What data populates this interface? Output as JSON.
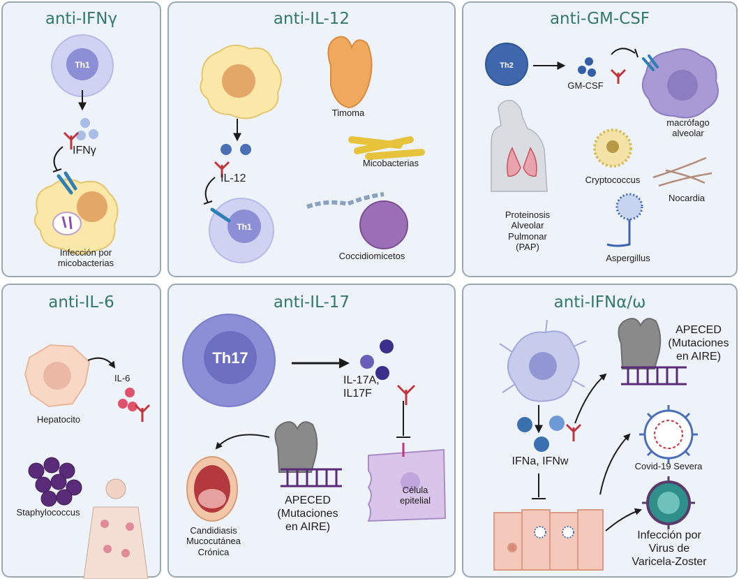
{
  "colors": {
    "panel_bg": "#edf3f9",
    "panel_border": "#9aa8b3",
    "title": "#33776d",
    "antibody": "#c0353d",
    "receptor": "#2f7fb7",
    "th_cell": "#8c8fd6",
    "epithelium": "#f4c8bb"
  },
  "panels": {
    "ifng": {
      "title": "anti-IFNγ",
      "th1": "Th1",
      "cytokine": "IFNγ",
      "outcome": "Infección por\nmicobacterias"
    },
    "il12": {
      "title": "anti-IL-12",
      "cytokine": "IL-12",
      "th1": "Th1",
      "timoma": "Timoma",
      "micobacterias": "Micobacterias",
      "coccidio": "Coccidiomicetos"
    },
    "gmcsf": {
      "title": "anti-GM-CSF",
      "th2": "Th2",
      "cytokine": "GM-CSF",
      "macrofago": "macrófago\nalveolar",
      "pap": "Proteinosis\nAlveolar\nPulmonar\n(PAP)",
      "cryptococcus": "Cryptococcus",
      "nocardia": "Nocardia",
      "aspergillus": "Aspergillus"
    },
    "il6": {
      "title": "anti-IL-6",
      "cytokine": "IL-6",
      "hepatocito": "Hepatocito",
      "staph": "Staphylococcus"
    },
    "il17": {
      "title": "anti-IL-17",
      "th17": "Th17",
      "cytokine": "IL-17A,\nIL17F",
      "celula": "Célula\nepitelial",
      "apeced": "APECED\n(Mutaciones\nen AIRE)",
      "candidiasis": "Candidiasis\nMucocutánea\nCrónica"
    },
    "ifna": {
      "title": "anti-IFNα/ω",
      "cytokine": "IFNa, IFNw",
      "apeced": "APECED\n(Mutaciones\nen AIRE)",
      "covid": "Covid-19 Severa",
      "vzv": "Infección por\nVirus de\nVaricela-Zoster"
    }
  }
}
